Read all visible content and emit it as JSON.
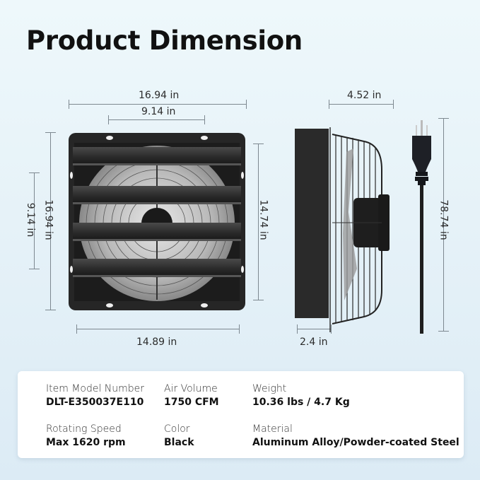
{
  "title": "Product Dimension",
  "colors": {
    "background": "#e6f2f8",
    "card": "#ffffff",
    "product": "#1e1e1e",
    "dimension_line": "#7d8890"
  },
  "dimensions": {
    "front_overall_width": "16.94 in",
    "front_inner_width": "9.14 in",
    "front_overall_height": "16.94 in",
    "front_inner_height": "9.14 in",
    "front_right_height": "14.74 in",
    "front_bottom_width": "14.89 in",
    "side_depth": "4.52 in",
    "side_frame_depth": "2.4 in",
    "cord_length": "78.74 in"
  },
  "specs": [
    {
      "label": "Item Model Number",
      "value": "DLT-E350037E110"
    },
    {
      "label": "Air Volume",
      "value": "1750 CFM"
    },
    {
      "label": "Weight",
      "value": "10.36 lbs / 4.7 Kg"
    },
    {
      "label": "Rotating Speed",
      "value": "Max 1620 rpm"
    },
    {
      "label": "Color",
      "value": "Black"
    },
    {
      "label": "Material",
      "value": "Aluminum Alloy/Powder-coated Steel"
    }
  ]
}
